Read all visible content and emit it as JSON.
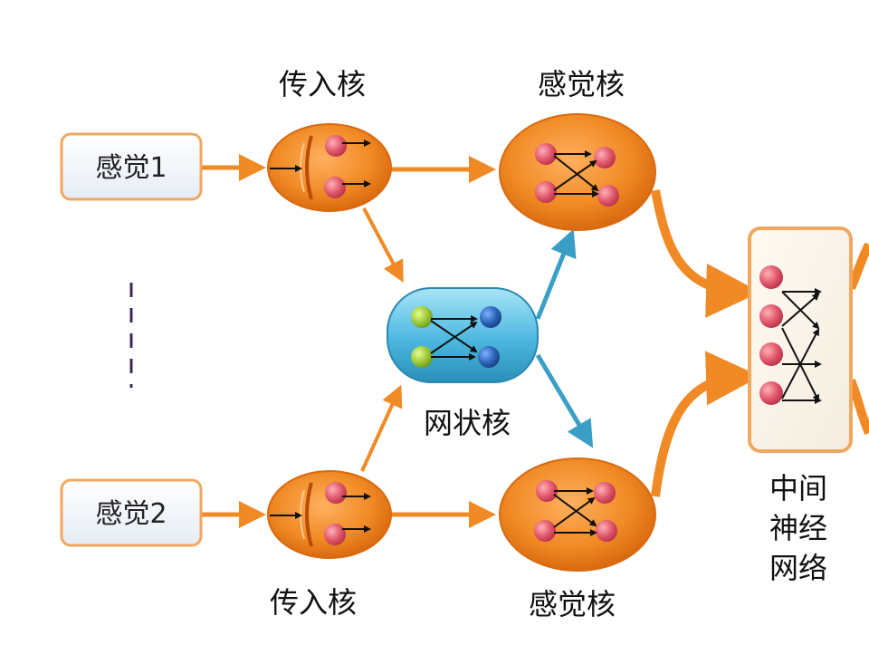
{
  "labels": {
    "afferent_top": "传入核",
    "sensory_top": "感觉核",
    "reticular": "网状核",
    "afferent_bottom": "传入核",
    "sensory_bottom": "感觉核",
    "middle_network": [
      "中间",
      "神经",
      "网络"
    ]
  },
  "inputs": {
    "sense1": "感觉1",
    "sense2": "感觉2"
  },
  "colors": {
    "orange": "#f08a24",
    "orange_dark": "#d96a10",
    "teal": "#3a9fc6",
    "neuron_red": "#e0566a",
    "neuron_green": "#9cc83a",
    "neuron_blue": "#2c64b8",
    "box_border": "#f0a860"
  }
}
